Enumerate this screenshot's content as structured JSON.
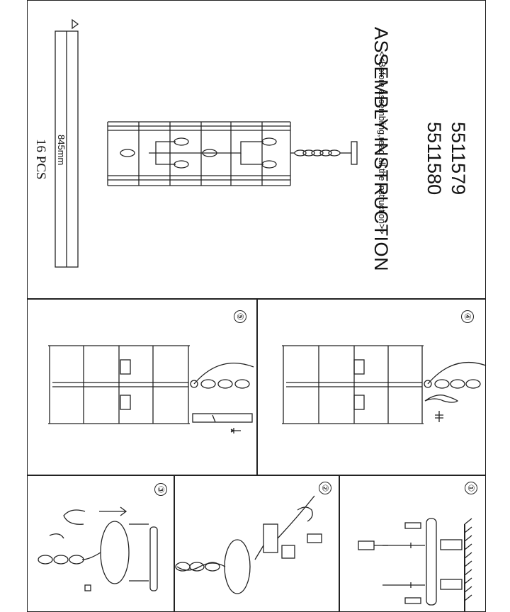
{
  "header": {
    "model_numbers": [
      "5511579",
      "5511580"
    ],
    "title": "ASSEMBLY INSTRUCTION",
    "subtitle": "<<Before assembling,read all the instruction>>"
  },
  "rod": {
    "length_label": "845mm",
    "quantity_label": "16 PCS"
  },
  "steps": [
    {
      "number": "①",
      "icon": "ceiling-bracket-mounting"
    },
    {
      "number": "②",
      "icon": "wiring-connection"
    },
    {
      "number": "③",
      "icon": "canopy-fixing"
    },
    {
      "number": "④",
      "icon": "bulb-installation"
    },
    {
      "number": "⑤",
      "icon": "rod-insertion"
    }
  ]
}
